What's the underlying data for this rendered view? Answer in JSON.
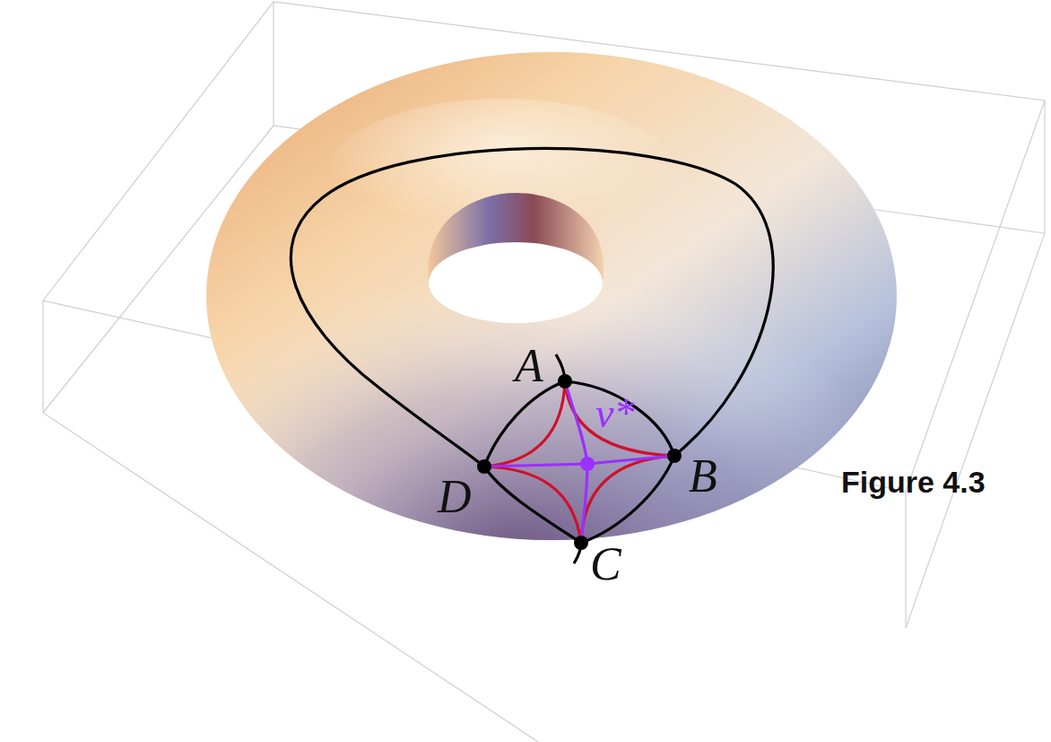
{
  "diagram": {
    "caption": "Figure 4.3",
    "labels": [
      "A",
      "B",
      "C",
      "D",
      "v*"
    ]
  }
}
